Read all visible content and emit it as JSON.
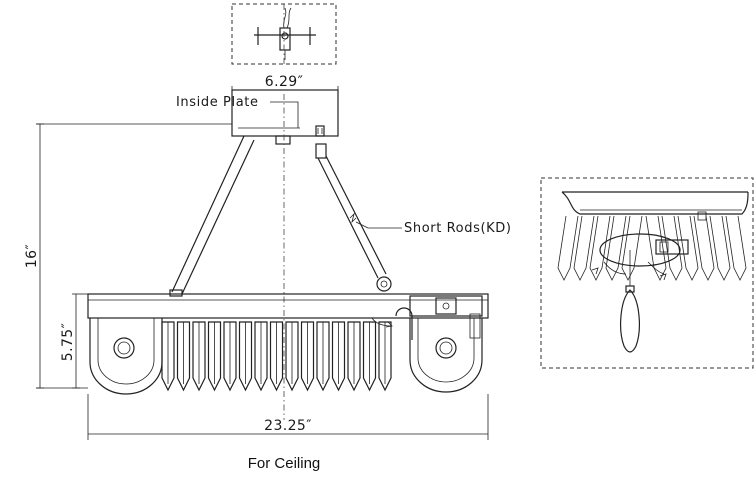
{
  "labels": {
    "inside_plate": "Inside Plate",
    "short_rods": "Short Rods(KD)",
    "caption": "For Ceiling"
  },
  "dimensions": {
    "plate_width": "6.29″",
    "total_height": "16″",
    "body_height": "5.75″",
    "total_width": "23.25″"
  },
  "colors": {
    "line": "#222222",
    "background": "#ffffff"
  }
}
